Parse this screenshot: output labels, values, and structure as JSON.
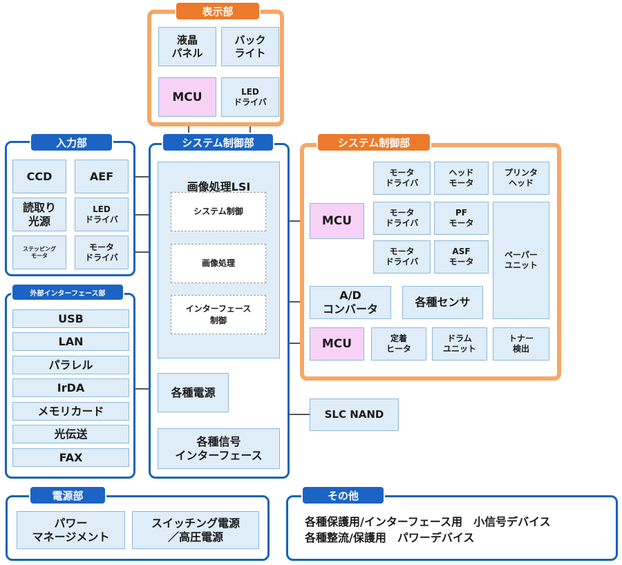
{
  "display_section": {
    "title": "表示部",
    "lcd_panel": "液晶\nパネル",
    "backlight": "バック\nライト",
    "mcu": "MCU",
    "led_driver": "LED\nドライバ"
  },
  "input_section": {
    "title": "入力部",
    "ccd": "CCD",
    "aef": "AEF",
    "read_light": "読取り\n光源",
    "led_driver": "LED\nドライバ",
    "stepping_motor": "ステッピング\nモータ",
    "motor_driver": "モータ\nドライバ"
  },
  "interface_section": {
    "title": "外部インターフェース部",
    "items": [
      "USB",
      "LAN",
      "パラレル",
      "IrDA",
      "メモリカード",
      "光伝送",
      "FAX"
    ]
  },
  "system_control": {
    "title": "システム制御部",
    "lsi_title": "画像処理LSI",
    "lsi_blocks": [
      "システム制御",
      "画像処理",
      "インターフェース\n制御"
    ],
    "power": "各種電源",
    "signal_interface": "各種信号\nインターフェース"
  },
  "system_control_right": {
    "title": "システム制御部",
    "mcu_top": "MCU",
    "motor_driver_1": "モータ\nドライバ",
    "head_motor": "ヘッド\nモータ",
    "printer_head": "プリンタ\nヘッド",
    "motor_driver_2": "モータ\nドライバ",
    "pf_motor": "PF\nモータ",
    "motor_driver_3": "モータ\nドライバ",
    "asf_motor": "ASF\nモータ",
    "paper_unit": "ペーパー\nユニット",
    "ad_converter": "A/D\nコンバータ",
    "sensors": "各種センサ",
    "mcu_bottom": "MCU",
    "fixing_heater": "定着\nヒータ",
    "drum_unit": "ドラム\nユニット",
    "toner_detect": "トナー\n検出"
  },
  "slc_nand": "SLC NAND",
  "power_section": {
    "title": "電源部",
    "power_management": "パワー\nマネージメント",
    "switching_power": "スイッチング電源\n／高圧電源"
  },
  "others_section": {
    "title": "その他",
    "line1": "各種保護用/インターフェース用　小信号デバイス",
    "line2": "各種整流/保護用　パワーデバイス"
  },
  "colors": {
    "blue_frame": "#1463b4",
    "orange_frame": "#f6a766",
    "box_fill": "#deedf7",
    "mcu_fill": "#f7d2f6"
  }
}
